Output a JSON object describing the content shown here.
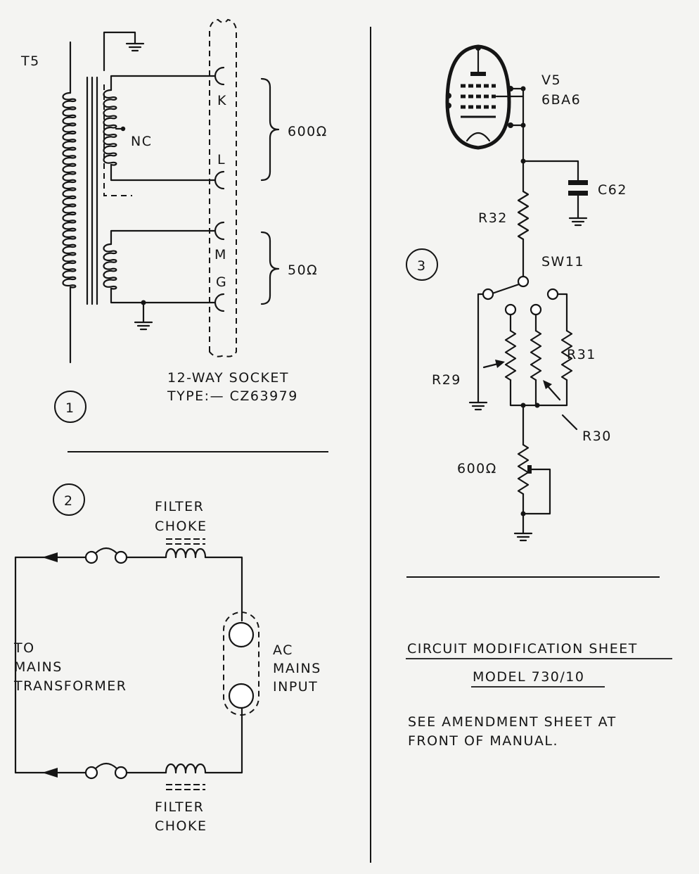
{
  "diagram1": {
    "number": "1",
    "transformer": "T5",
    "tap": "NC",
    "pins": [
      "K",
      "L",
      "M",
      "G"
    ],
    "impedance_high": "600Ω",
    "impedance_low": "50Ω",
    "socket_line1": "12-WAY SOCKET",
    "socket_line2": "TYPE:— CZ63979"
  },
  "diagram2": {
    "number": "2",
    "choke_top_line1": "FILTER",
    "choke_top_line2": "CHOKE",
    "choke_bottom_line1": "FILTER",
    "choke_bottom_line2": "CHOKE",
    "to_line1": "TO",
    "to_line2": "MAINS",
    "to_line3": "TRANSFORMER",
    "ac_line1": "AC",
    "ac_line2": "MAINS",
    "ac_line3": "INPUT"
  },
  "diagram3": {
    "number": "3",
    "valve_ref": "V5",
    "valve_type": "6BA6",
    "capacitor": "C62",
    "resistor_r32": "R32",
    "switch": "SW11",
    "resistor_r29": "R29",
    "resistor_r30": "R30",
    "resistor_r31": "R31",
    "pot": "600Ω"
  },
  "notes": {
    "title": "CIRCUIT MODIFICATION SHEET",
    "model": "MODEL 730/10",
    "line1": "SEE AMENDMENT SHEET AT",
    "line2": "FRONT OF MANUAL."
  }
}
